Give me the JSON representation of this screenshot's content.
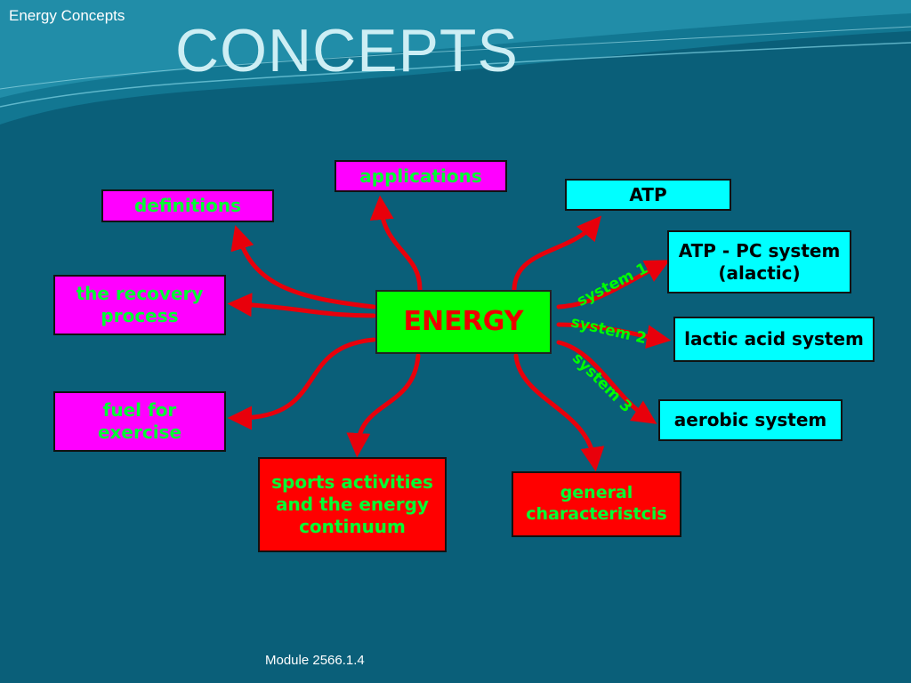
{
  "header": {
    "small_title": "Energy Concepts",
    "title": "CONCEPTS"
  },
  "footer": {
    "module": "Module 2566.1.4"
  },
  "center": {
    "label": "ENERGY"
  },
  "nodes": {
    "applications": "applications",
    "definitions": "definitions",
    "recovery": "the recovery\nprocess",
    "fuel": "fuel for\nexercise",
    "sports": "sports activities\nand the energy\ncontinuum",
    "general": "general\ncharacteristcis",
    "atp": "ATP",
    "atp_pc": "ATP - PC system\n(alactic)",
    "lactic": "lactic acid system",
    "aerobic": "aerobic system"
  },
  "links": {
    "system1": "system 1",
    "system2": "system 2",
    "system3": "system 3"
  },
  "colors": {
    "background": "#0a5f79",
    "arrow": "#e8000b",
    "magenta": "#ff00ff",
    "cyan": "#00ffff",
    "red": "#ff0000",
    "green": "#00ff00"
  }
}
